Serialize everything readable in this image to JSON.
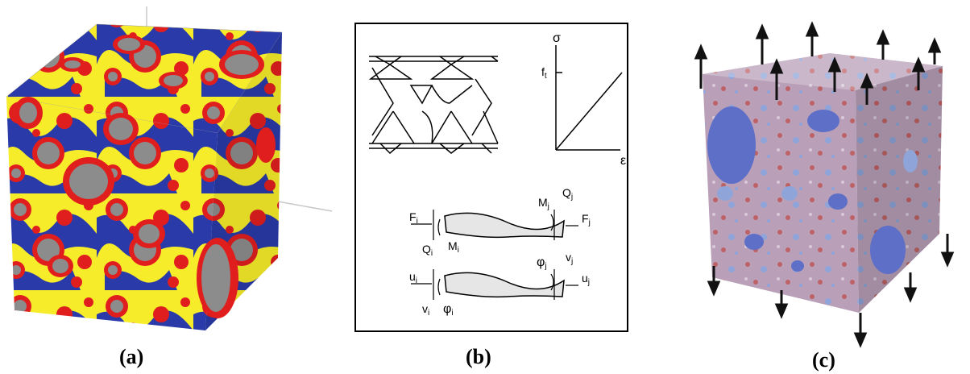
{
  "captions": {
    "a": "(a)",
    "b": "(b)",
    "c": "(c)"
  },
  "panel_b": {
    "sigma": "σ",
    "ft_main": "f",
    "ft_sub": "t",
    "epsilon": "ε",
    "Fi": "F",
    "Fi_sub": "i",
    "Qi": "Q",
    "Qi_sub": "i",
    "Mi": "M",
    "Mi_sub": "i",
    "Mj": "M",
    "Mj_sub": "j",
    "Qj": "Q",
    "Qj_sub": "j",
    "Fj": "F",
    "Fj_sub": "j",
    "ui": "u",
    "ui_sub": "i",
    "vi": "v",
    "vi_sub": "i",
    "phii": "φ",
    "phii_sub": "i",
    "phij": "φ",
    "phij_sub": "j",
    "vj": "v",
    "vj_sub": "j",
    "uj": "u",
    "uj_sub": "j"
  },
  "colors": {
    "mortar_yellow": "#f6ec2a",
    "itz_blue": "#2a3aa8",
    "aggregate_red": "#e01e1e",
    "aggregate_gray": "#8c8c8c",
    "cube_c_base": "#b07090",
    "cube_c_aggregate": "#5e6fc8"
  }
}
